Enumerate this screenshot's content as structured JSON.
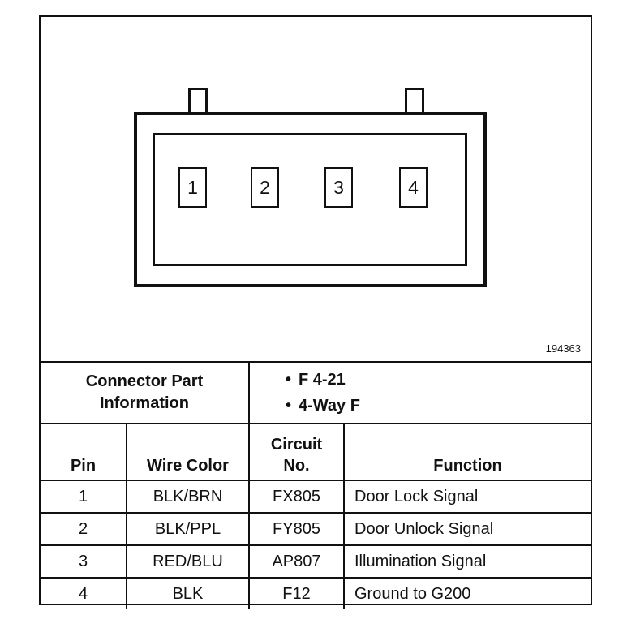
{
  "diagram": {
    "pins": [
      "1",
      "2",
      "3",
      "4"
    ],
    "figure_number": "194363"
  },
  "connector_info": {
    "label_line1": "Connector Part",
    "label_line2": "Information",
    "bullet": "•",
    "items": [
      "F 4-21",
      "4-Way F"
    ]
  },
  "pin_table": {
    "headers": {
      "pin": "Pin",
      "wire_color": "Wire Color",
      "circuit_line1": "Circuit",
      "circuit_line2": "No.",
      "function": "Function"
    },
    "rows": [
      {
        "pin": "1",
        "wire_color": "BLK/BRN",
        "circuit": "FX805",
        "function": "Door Lock Signal"
      },
      {
        "pin": "2",
        "wire_color": "BLK/PPL",
        "circuit": "FY805",
        "function": "Door Unlock Signal"
      },
      {
        "pin": "3",
        "wire_color": "RED/BLU",
        "circuit": "AP807",
        "function": "Illumination Signal"
      },
      {
        "pin": "4",
        "wire_color": "BLK",
        "circuit": "F12",
        "function": "Ground to G200"
      }
    ]
  }
}
